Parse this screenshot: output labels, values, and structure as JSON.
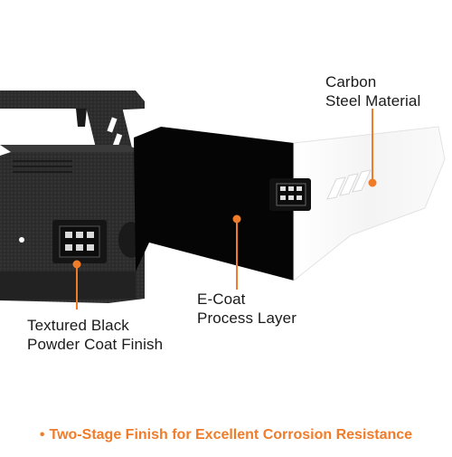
{
  "callouts": {
    "carbon": {
      "line1": "Carbon",
      "line2": "Steel Material"
    },
    "ecoat": {
      "line1": "E-Coat",
      "line2": "Process Layer"
    },
    "powder": {
      "line1": "Textured Black",
      "line2": "Powder Coat Finish"
    }
  },
  "footer": {
    "bullet": "•",
    "text": "Two-Stage Finish for Excellent Corrosion Resistance"
  },
  "colors": {
    "accent": "#f07c2a",
    "powder": "#2b2b2b",
    "ecoat": "#050505",
    "steel": "#f2f2f2"
  },
  "icons": [
    "led-light-icon"
  ]
}
